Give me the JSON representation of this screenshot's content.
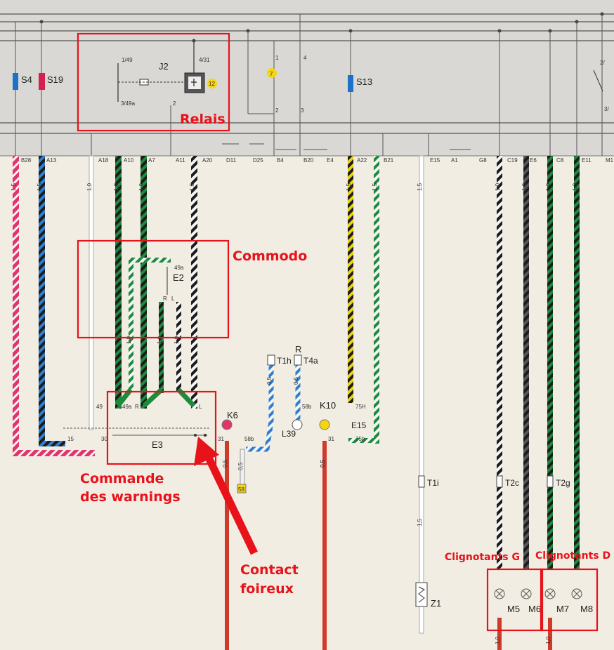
{
  "annotations": {
    "relais": "Relais",
    "commodo": "Commodo",
    "warnings_1": "Commande",
    "warnings_2": "des warnings",
    "contact_1": "Contact",
    "contact_2": "foireux",
    "clignotants_g": "Clignotants G",
    "clignotants_d": "Clignotants D"
  },
  "components": {
    "S4": "S4",
    "S19": "S19",
    "S13": "S13",
    "J2": "J2",
    "relay_num": "12",
    "fuse7": "7",
    "E2": "E2",
    "E3": "E3",
    "E15": "E15",
    "K6": "K6",
    "K10": "K10",
    "L39": "L39",
    "T1h": "T1h",
    "T4a": "T4a",
    "R_top": "R",
    "T1i": "T1i",
    "T2c": "T2c",
    "T2g": "T2g",
    "Z1": "Z1",
    "M5": "M5",
    "M6": "M6",
    "M7": "M7",
    "M8": "M8",
    "terminal58": "58"
  },
  "terminals": {
    "relay_1_49": "1/49",
    "relay_4_31": "4/31",
    "relay_3_49a": "3/49a",
    "relay_2": "2",
    "t4": "4",
    "t2": "2",
    "t3": "3",
    "t1": "1",
    "e2_49a": "49a",
    "e2_R": "R",
    "e2_L": "L",
    "e3_49": "49",
    "e3_49a": "49a",
    "e3_R": "R",
    "e3_L": "L",
    "e3_15": "15",
    "e3_30": "30",
    "k6_31": "31",
    "k6_58b": "58b",
    "l39_58b": "58b",
    "k10_31": "31",
    "e15_75h": "75H",
    "e15_75h_b": "75h",
    "right_2": "2/",
    "right_3": "3/"
  },
  "connector_labels": [
    "B28",
    "A13",
    "A18",
    "A10",
    "A7",
    "A11",
    "A20",
    "D11",
    "D25",
    "B4",
    "B20",
    "E4",
    "A22",
    "B21",
    "E15",
    "A1",
    "G8",
    "C19",
    "E6",
    "C8",
    "E11",
    "M1"
  ],
  "wire_gauges": [
    "1,5",
    "1,5",
    "1,0",
    "1,0",
    "1,0",
    "1,0",
    "1,5",
    "1,5",
    "1,5",
    "1,0",
    "1,0",
    "1,0",
    "1,0",
    "1,0",
    "1,0",
    "1,0",
    "0,5",
    "0,5",
    "0,5",
    "0,5",
    "0,5",
    "0,5",
    "1,5",
    "1,0",
    "1,0"
  ],
  "colors": {
    "annotation": "#e8121a",
    "panel": "#d9d8d5",
    "paper": "#f1ede3",
    "wire_green": "#1d8a3c",
    "wire_red": "#cf3b2a",
    "wire_pink": "#e0356a",
    "wire_blue": "#2f7fd0",
    "wire_yellow": "#e7d313",
    "fuse_blue": "#1d72c7",
    "fuse_red": "#d4204f"
  }
}
